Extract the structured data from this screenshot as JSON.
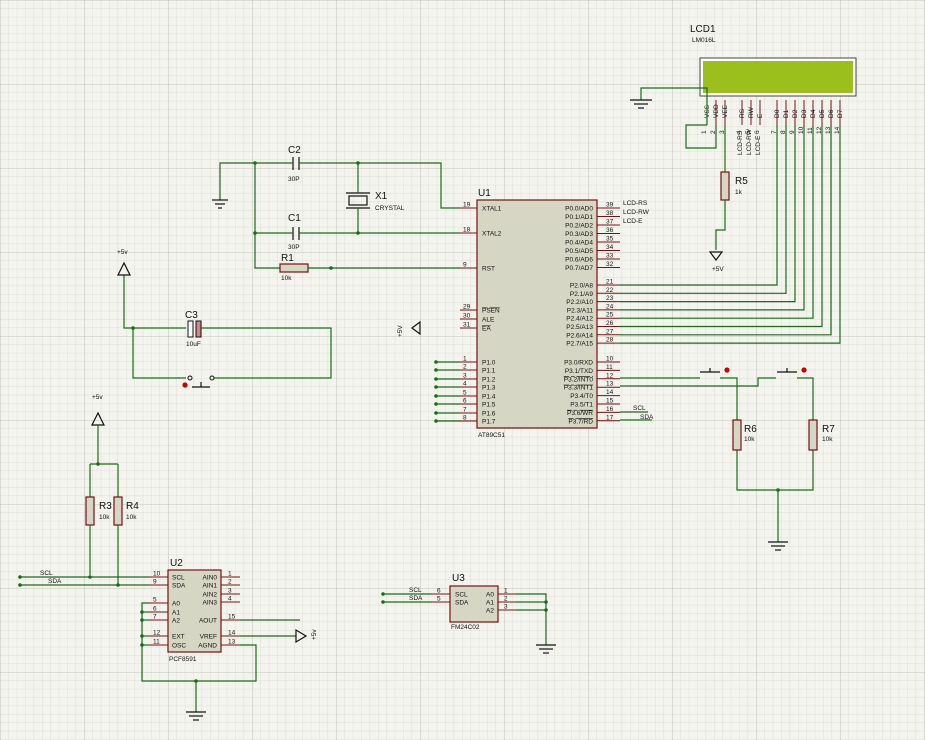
{
  "lcd": {
    "ref": "LCD1",
    "model": "LM016L",
    "screen_color": "#9bbf1c",
    "pin_names": [
      "VSS",
      "VDD",
      "VEE",
      "RS",
      "RW",
      "E",
      "D0",
      "D1",
      "D2",
      "D3",
      "D4",
      "D5",
      "D6",
      "D7"
    ],
    "pin_nums": [
      "1",
      "2",
      "3",
      "4",
      "5",
      "6",
      "7",
      "8",
      "9",
      "10",
      "11",
      "12",
      "13",
      "14"
    ]
  },
  "u1": {
    "ref": "U1",
    "model": "AT89C51",
    "left_pins": [
      {
        "num": "19",
        "name": "XTAL1"
      },
      {
        "num": "18",
        "name": "XTAL2"
      },
      {
        "num": "9",
        "name": "RST"
      },
      {
        "num": "29",
        "name": "PSEN"
      },
      {
        "num": "30",
        "name": "ALE"
      },
      {
        "num": "31",
        "name": "EA"
      },
      {
        "num": "1",
        "name": "P1.0"
      },
      {
        "num": "2",
        "name": "P1.1"
      },
      {
        "num": "3",
        "name": "P1.2"
      },
      {
        "num": "4",
        "name": "P1.3"
      },
      {
        "num": "5",
        "name": "P1.4"
      },
      {
        "num": "6",
        "name": "P1.5"
      },
      {
        "num": "7",
        "name": "P1.6"
      },
      {
        "num": "8",
        "name": "P1.7"
      }
    ],
    "right_pins": [
      {
        "num": "39",
        "name": "P0.0/AD0"
      },
      {
        "num": "38",
        "name": "P0.1/AD1"
      },
      {
        "num": "37",
        "name": "P0.2/AD2"
      },
      {
        "num": "36",
        "name": "P0.3/AD3"
      },
      {
        "num": "35",
        "name": "P0.4/AD4"
      },
      {
        "num": "34",
        "name": "P0.5/AD5"
      },
      {
        "num": "33",
        "name": "P0.6/AD6"
      },
      {
        "num": "32",
        "name": "P0.7/AD7"
      },
      {
        "num": "21",
        "name": "P2.0/A8"
      },
      {
        "num": "22",
        "name": "P2.1/A9"
      },
      {
        "num": "23",
        "name": "P2.2/A10"
      },
      {
        "num": "24",
        "name": "P2.3/A11"
      },
      {
        "num": "25",
        "name": "P2.4/A12"
      },
      {
        "num": "26",
        "name": "P2.5/A13"
      },
      {
        "num": "27",
        "name": "P2.6/A14"
      },
      {
        "num": "28",
        "name": "P2.7/A15"
      },
      {
        "num": "10",
        "name": "P3.0/RXD"
      },
      {
        "num": "11",
        "name": "P3.1/TXD"
      },
      {
        "num": "12",
        "name": "P3.2/INT0"
      },
      {
        "num": "13",
        "name": "P3.3/INT1"
      },
      {
        "num": "14",
        "name": "P3.4/T0"
      },
      {
        "num": "15",
        "name": "P3.5/T1"
      },
      {
        "num": "16",
        "name": "P3.6/WR"
      },
      {
        "num": "17",
        "name": "P3.7/RD"
      }
    ]
  },
  "u2": {
    "ref": "U2",
    "model": "PCF8591",
    "left_pins": [
      {
        "num": "10",
        "name": "SCL"
      },
      {
        "num": "9",
        "name": "SDA"
      },
      {
        "num": "5",
        "name": "A0"
      },
      {
        "num": "6",
        "name": "A1"
      },
      {
        "num": "7",
        "name": "A2"
      },
      {
        "num": "12",
        "name": "EXT"
      },
      {
        "num": "11",
        "name": "OSC"
      }
    ],
    "right_pins": [
      {
        "num": "1",
        "name": "AIN0"
      },
      {
        "num": "2",
        "name": "AIN1"
      },
      {
        "num": "3",
        "name": "AIN2"
      },
      {
        "num": "4",
        "name": "AIN3"
      },
      {
        "num": "15",
        "name": "AOUT"
      },
      {
        "num": "14",
        "name": "VREF"
      },
      {
        "num": "13",
        "name": "AGND"
      }
    ]
  },
  "u3": {
    "ref": "U3",
    "model": "FM24C02",
    "left_pins": [
      {
        "num": "6",
        "name": "SCL"
      },
      {
        "num": "5",
        "name": "SDA"
      }
    ],
    "right_pins": [
      {
        "num": "1",
        "name": "A0"
      },
      {
        "num": "2",
        "name": "A1"
      },
      {
        "num": "3",
        "name": "A2"
      }
    ]
  },
  "parts": {
    "c2": {
      "ref": "C2",
      "val": "30P"
    },
    "c1": {
      "ref": "C1",
      "val": "30P"
    },
    "c3": {
      "ref": "C3",
      "val": "10uF"
    },
    "x1": {
      "ref": "X1",
      "val": "CRYSTAL"
    },
    "r1": {
      "ref": "R1",
      "val": "10k"
    },
    "r3": {
      "ref": "R3",
      "val": "10k"
    },
    "r4": {
      "ref": "R4",
      "val": "10k"
    },
    "r5": {
      "ref": "R5",
      "val": "1k"
    },
    "r6": {
      "ref": "R6",
      "val": "10k"
    },
    "r7": {
      "ref": "R7",
      "val": "10k"
    }
  },
  "net_labels": {
    "lcd_rs": "LCD-RS",
    "lcd_rw": "LCD-RW",
    "lcd_e": "LCD-E",
    "scl": "SCL",
    "sda": "SDA",
    "p5v": "+5V",
    "p5v_small": "+5v"
  }
}
